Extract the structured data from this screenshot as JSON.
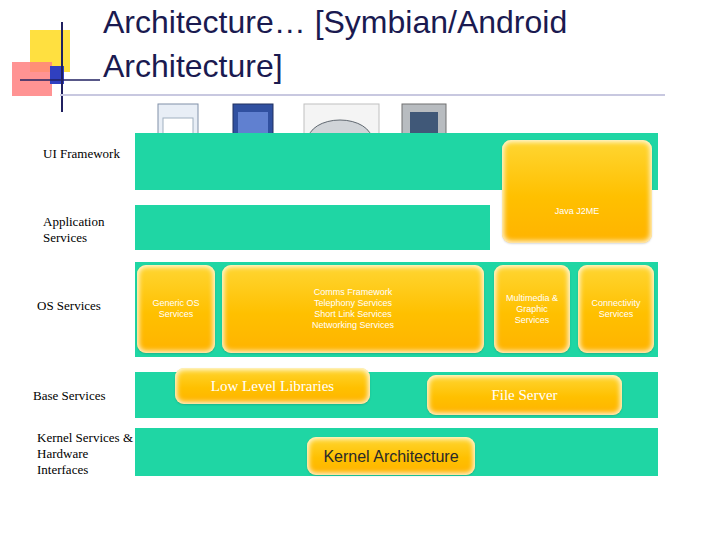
{
  "diagram": {
    "title": "Architecture… [Symbian/Android Architecture]",
    "nodes": [
      {
        "text": [
          "UI Framework"
        ]
      },
      {
        "text": [
          "Java J2ME"
        ]
      },
      {
        "text": [
          "Application Services"
        ]
      },
      {
        "text": [
          "OS Services"
        ]
      },
      {
        "text": [
          "Generic OS Services"
        ],
        "in": 3
      },
      {
        "text": [
          "Comms Framework",
          "Telephony Services",
          "Short Link Services",
          "Networking Services"
        ],
        "in": 3
      },
      {
        "text": [
          "Multimedia & Graphic Services"
        ],
        "in": 3
      },
      {
        "text": [
          "Connectivity Services"
        ],
        "in": 3
      },
      {
        "text": [
          "Base Services"
        ]
      },
      {
        "text": [
          "Low Level Libraries"
        ],
        "in": 8
      },
      {
        "text": [
          "File Server"
        ],
        "in": 8
      },
      {
        "text": [
          "Kernel Services & Hardware Interfaces"
        ]
      },
      {
        "text": [
          "Kernel Architecture"
        ],
        "in": 11
      }
    ]
  }
}
